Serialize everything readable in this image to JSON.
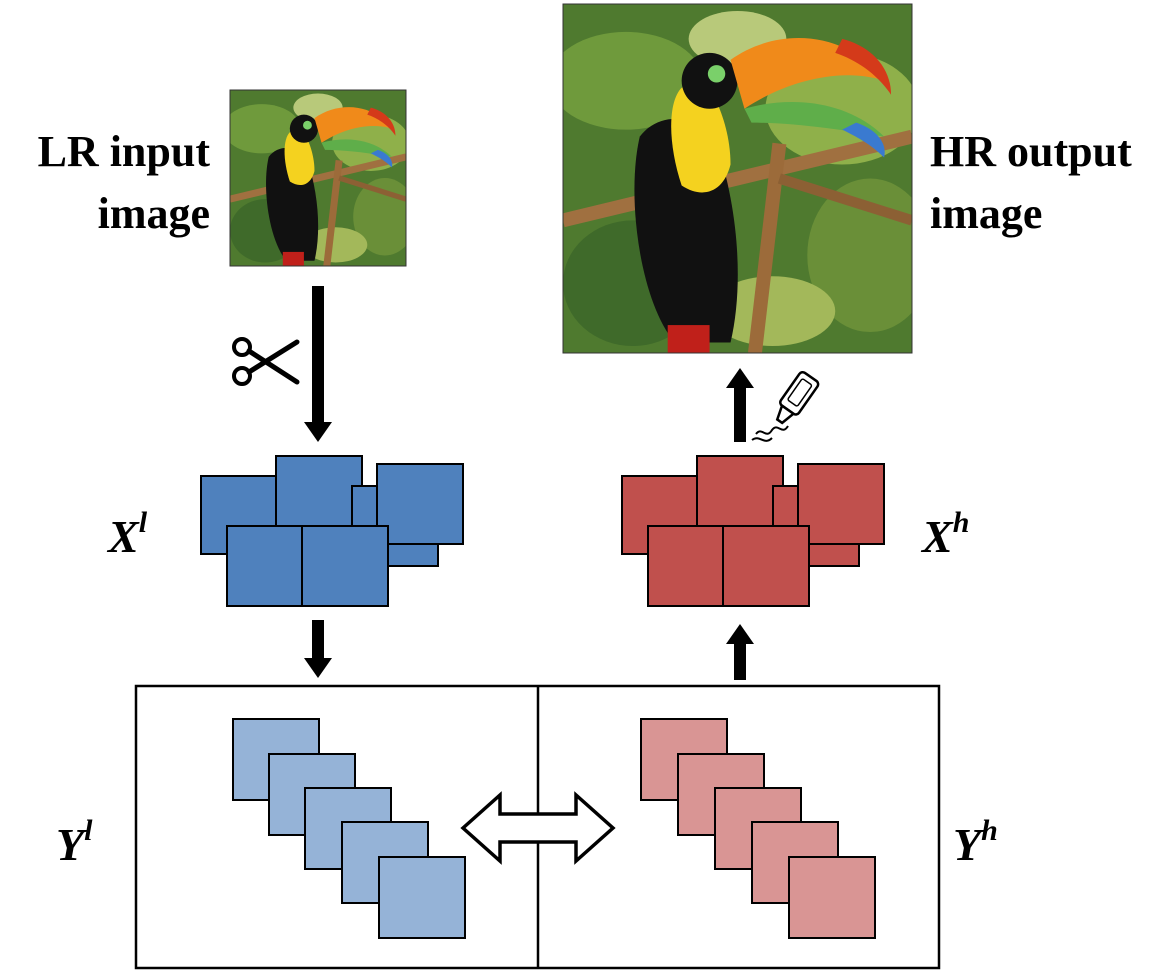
{
  "labels": {
    "lr_line1": "LR input",
    "lr_line2": "image",
    "hr_line1": "HR output",
    "hr_line2": "image",
    "xl_base": "X",
    "xl_sup": "l",
    "xh_base": "X",
    "xh_sup": "h",
    "yl_base": "Y",
    "yl_sup": "l",
    "yh_base": "Y",
    "yh_sup": "h"
  },
  "icons": {
    "cut": "scissors-icon",
    "glue": "glue-bottle-icon",
    "exchange": "double-arrow-icon"
  },
  "colors": {
    "x_low": "#4f81bd",
    "x_high": "#c0504d",
    "y_low": "#95b3d7",
    "y_high": "#d99594",
    "stroke": "#000000"
  }
}
